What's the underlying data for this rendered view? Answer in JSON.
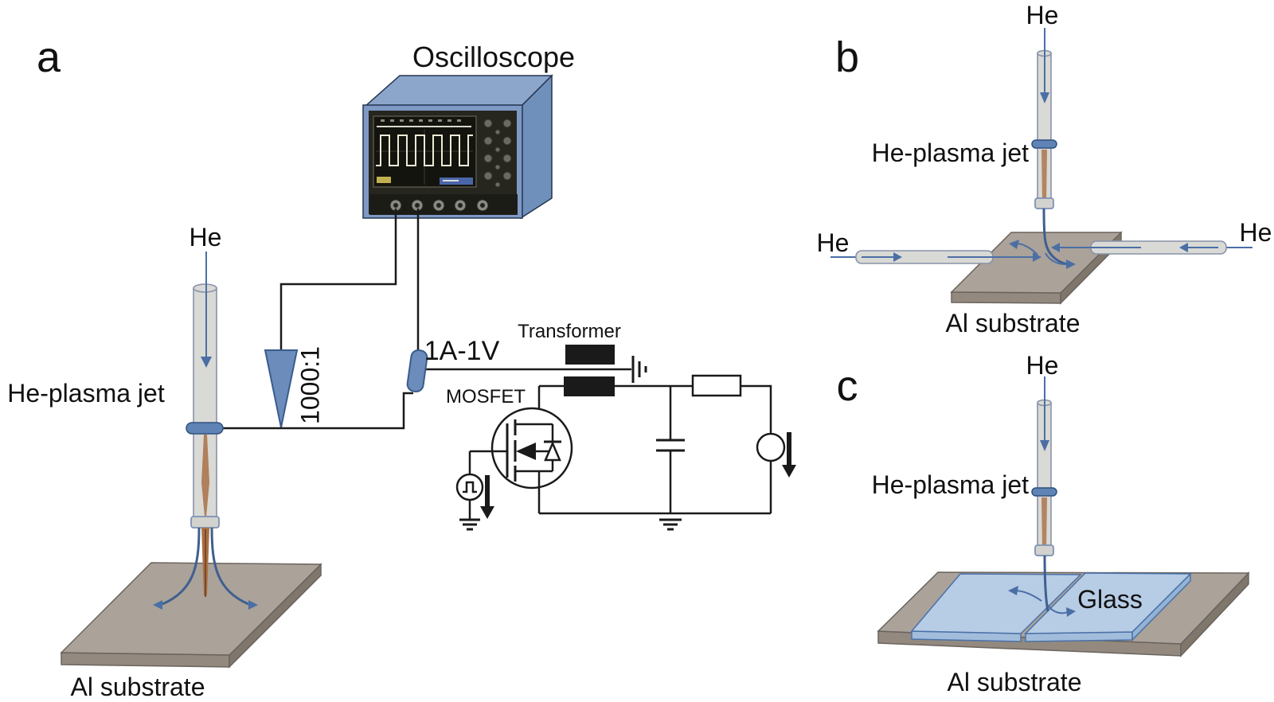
{
  "figure": {
    "type": "experimental-setup-diagram",
    "description": "Atmospheric-pressure He plasma jet setup with driving circuit and substrate configurations"
  },
  "panels": {
    "a": {
      "letter": "a",
      "oscilloscope_label": "Oscilloscope",
      "he_label": "He",
      "plasma_jet_label": "He-plasma jet",
      "substrate_label": "Al substrate",
      "hv_probe_ratio": "1000:1",
      "current_probe_label": "1A-1V",
      "transformer_label": "Transformer",
      "mosfet_label": "MOSFET"
    },
    "b": {
      "letter": "b",
      "he_top_label": "He",
      "he_left_label": "He",
      "he_right_label": "He",
      "plasma_jet_label": "He-plasma jet",
      "substrate_label": "Al substrate"
    },
    "c": {
      "letter": "c",
      "he_label": "He",
      "plasma_jet_label": "He-plasma jet",
      "glass_label": "Glass",
      "substrate_label": "Al substrate"
    }
  },
  "colors": {
    "wire": "#1a1a1a",
    "flow": "#4a6fa5",
    "jet": "#3f5f8f",
    "probe-blue": "#6c8cbb",
    "ring": "#5f83b5",
    "tube-fill": "#d9d9d5",
    "tube-stroke": "#8892a8",
    "plasma": "#a86f45",
    "sub-top": "#aba29a",
    "sub-front": "#93897f",
    "sub-side": "#7f766c",
    "glass-top": "#b7cce5",
    "glass-front": "#a2bddb",
    "glass-stroke": "#4a72a8",
    "scope-top": "#8ca6cb",
    "scope-side": "#7090bc",
    "scope-frame": "#7e99c4",
    "panel-dark": "#26261f",
    "screen-bg": "#14140e",
    "trace": "#efe9d6"
  }
}
